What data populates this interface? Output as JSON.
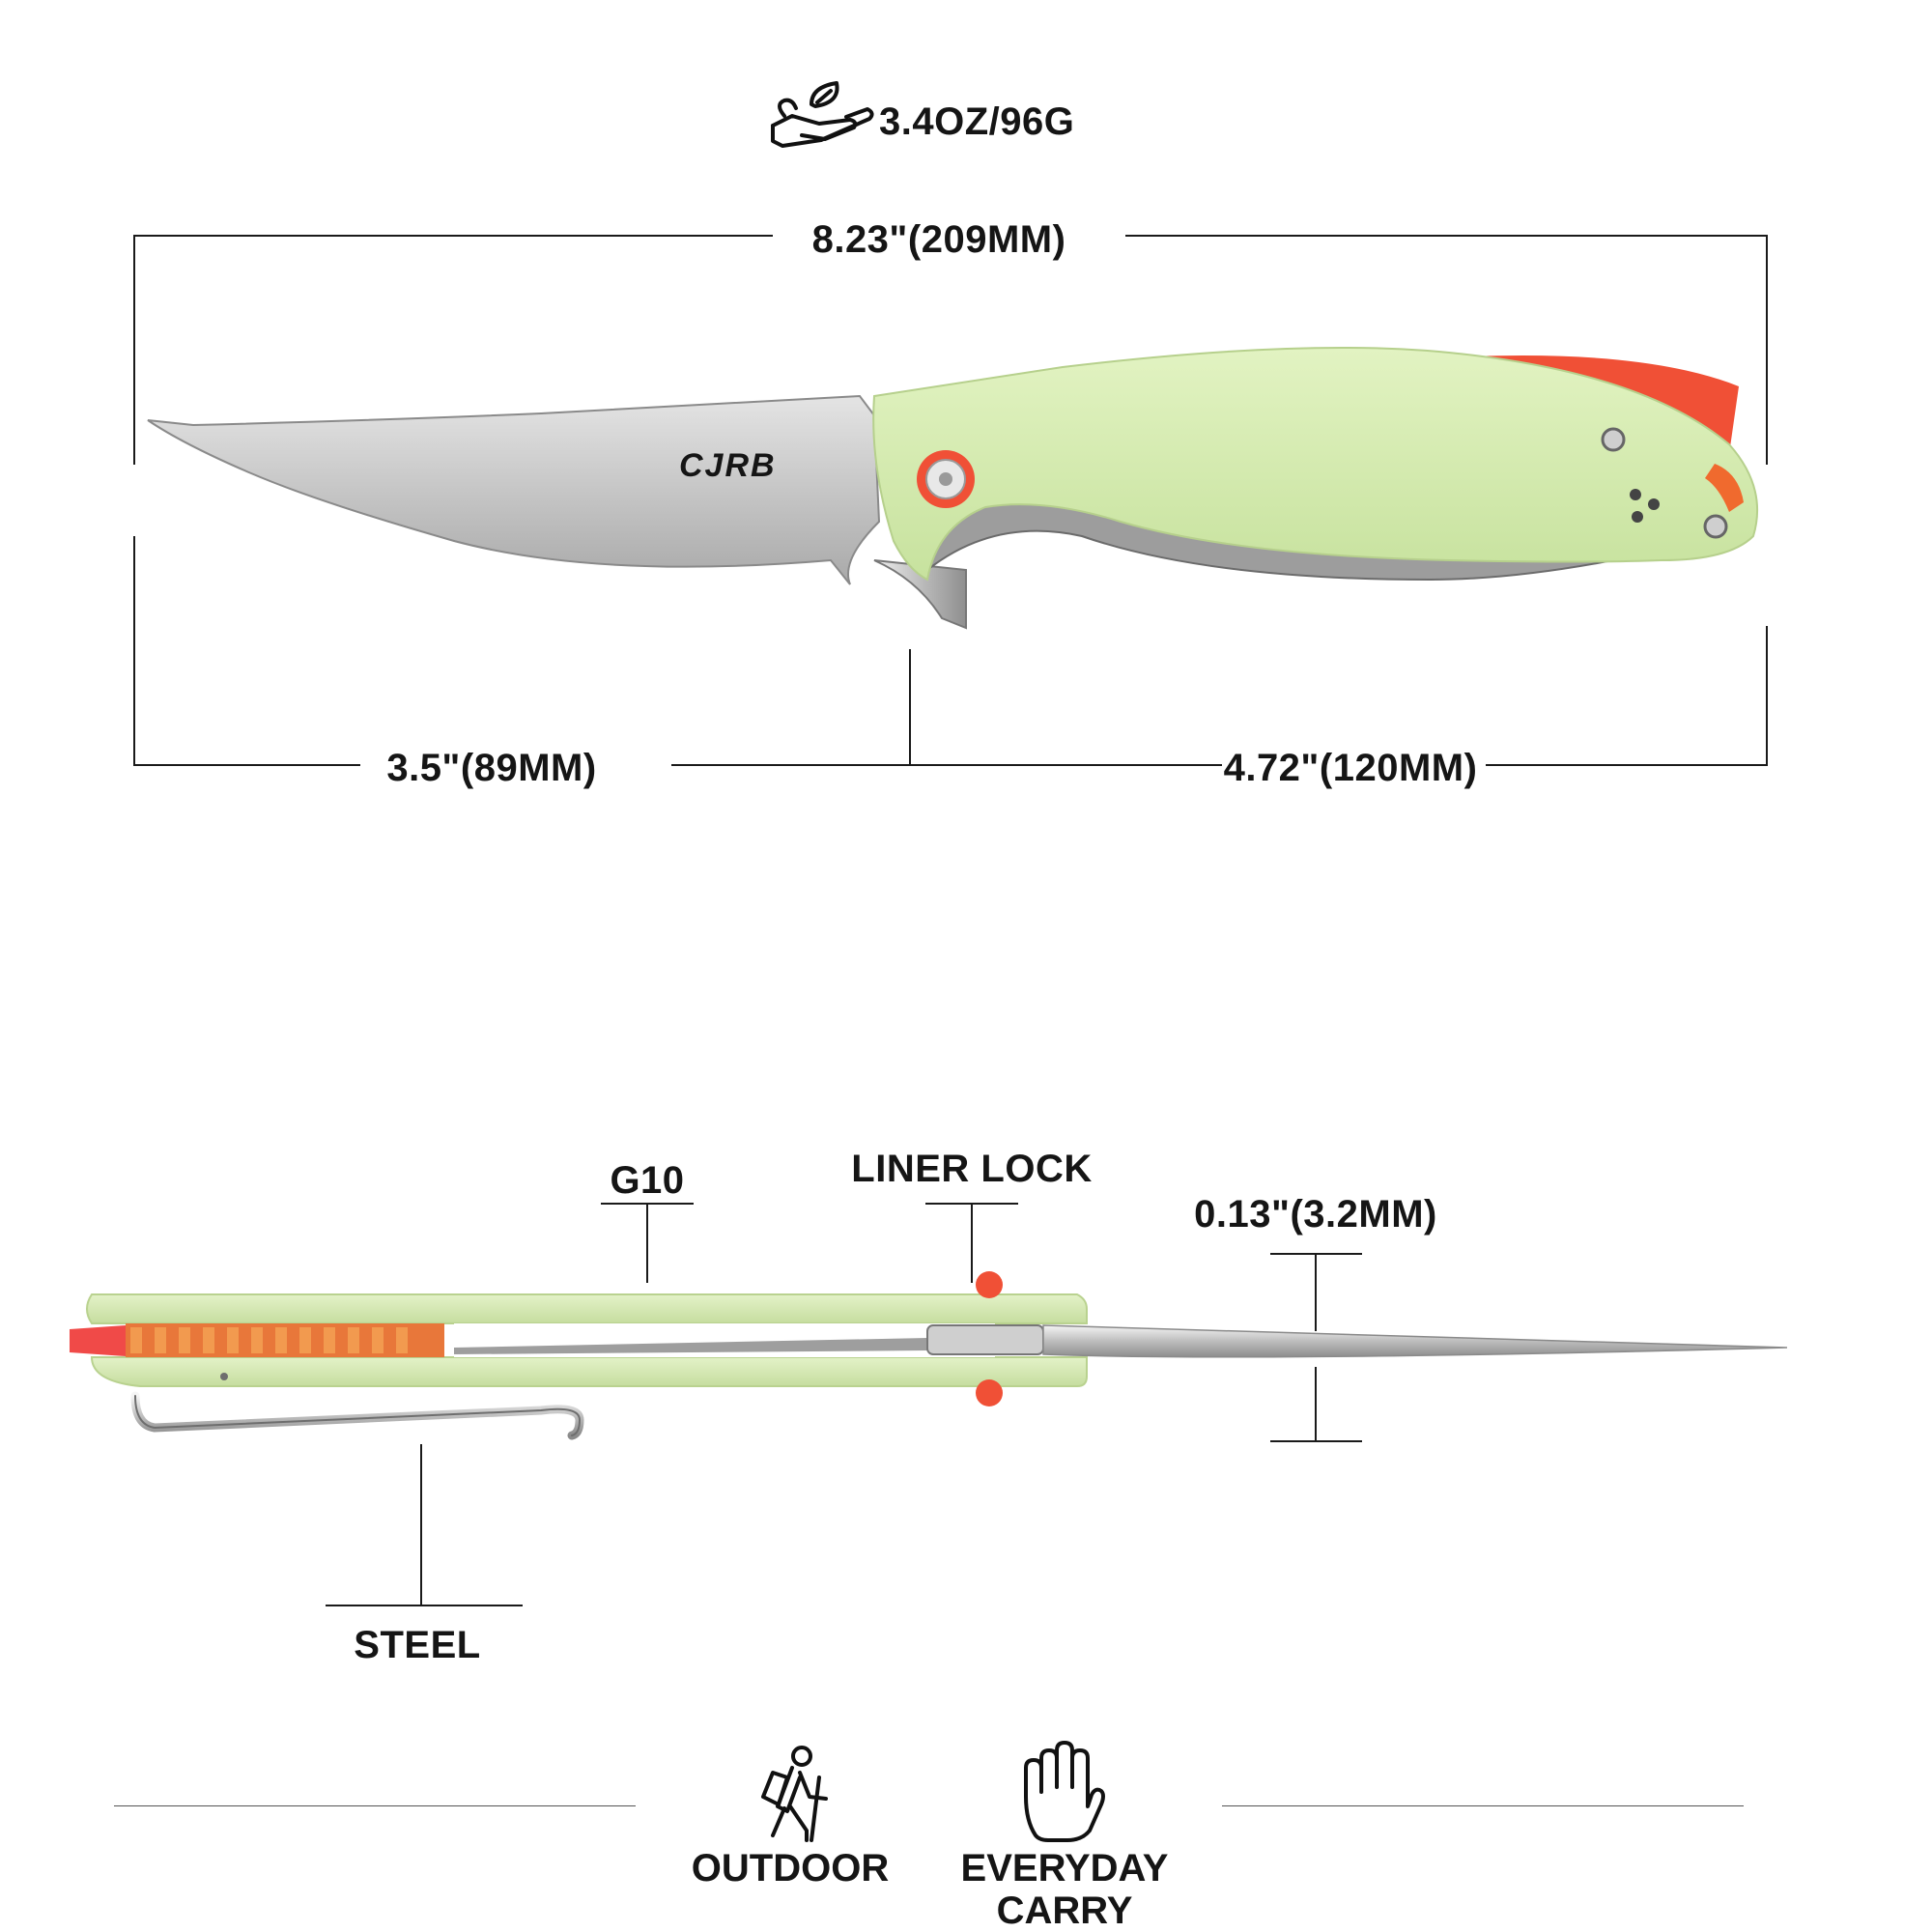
{
  "weight": {
    "icon": "hand-leaf-icon",
    "label": "3.4OZ/96G"
  },
  "dimensions": {
    "overall_length": "8.23\"(209MM)",
    "blade_length": "3.5\"(89MM)",
    "handle_length": "4.72\"(120MM)",
    "blade_thickness": "0.13\"(3.2MM)"
  },
  "brand": {
    "logo_text": "CJRB"
  },
  "materials": {
    "handle": "G10",
    "lock": "LINER LOCK",
    "clip": "STEEL"
  },
  "usage": [
    {
      "icon": "hiker-icon",
      "label": "OUTDOOR"
    },
    {
      "icon": "hand-icon",
      "label_line1": "EVERYDAY",
      "label_line2": "CARRY"
    }
  ],
  "colors": {
    "handle": "#d6edb0",
    "accent": "#f0503a",
    "blade": "#c9c9c9",
    "text": "#151515"
  }
}
